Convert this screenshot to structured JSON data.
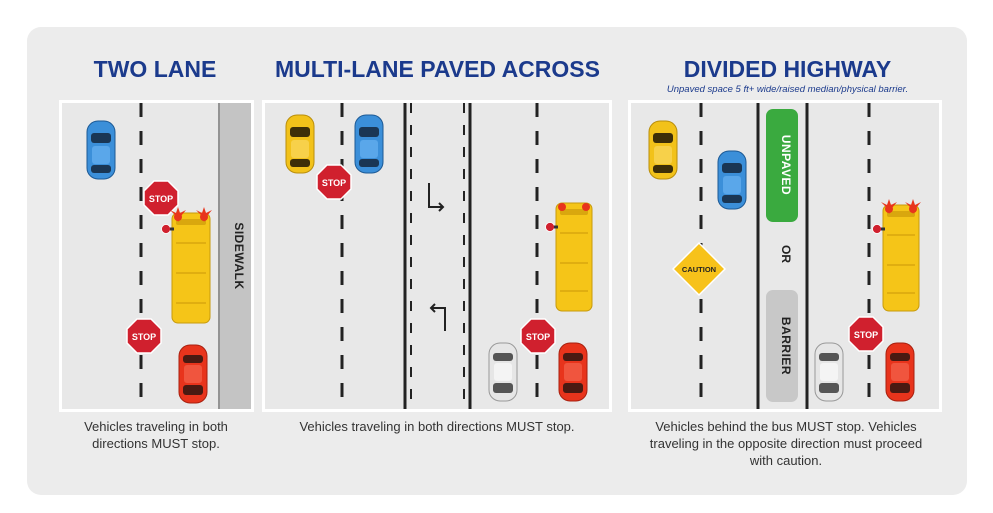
{
  "panels": [
    {
      "title": "TWO LANE",
      "subtitle": "",
      "caption": "Vehicles traveling in both directions MUST stop.",
      "labels": {
        "sidewalk": "SIDEWALK",
        "stop_top": "STOP",
        "stop_bottom": "STOP"
      }
    },
    {
      "title": "MULTI-LANE PAVED ACROSS",
      "subtitle": "",
      "caption": "Vehicles traveling in both directions MUST stop.",
      "labels": {
        "stop_top": "STOP",
        "stop_bottom": "STOP"
      }
    },
    {
      "title": "DIVIDED HIGHWAY",
      "subtitle": "Unpaved space 5 ft+ wide/raised median/physical barrier.",
      "caption": "Vehicles behind the bus MUST stop. Vehicles traveling in the opposite direction must proceed with caution.",
      "labels": {
        "unpaved": "UNPAVED",
        "or": "OR",
        "barrier": "BARRIER",
        "caution": "CAUTION",
        "stop": "STOP"
      }
    }
  ],
  "colors": {
    "title": "#1b3a8c",
    "road": "#e8e8e8",
    "sidewalk": "#c4c4c4",
    "stop_sign": "#d0202e",
    "bus": "#f5c518",
    "car_blue": "#3b8fd9",
    "car_yellow": "#f2c21a",
    "car_red": "#e8341c",
    "car_white": "#e6e6e6",
    "median_green": "#3aaa3f",
    "barrier_gray": "#c8c8c8",
    "caution_sign": "#f7c21a"
  }
}
